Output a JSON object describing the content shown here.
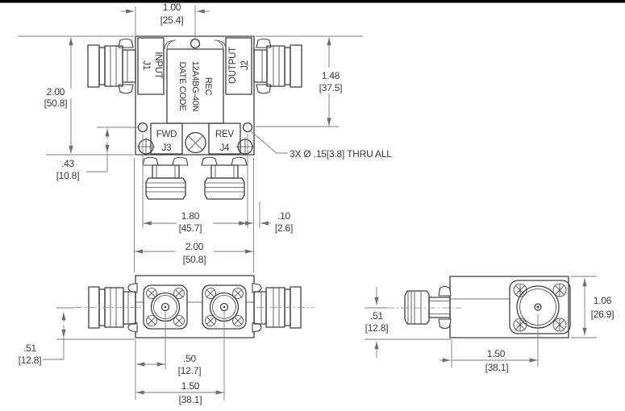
{
  "drawing": {
    "product_label": {
      "line1": "REC",
      "line2": "12A4BG-40N",
      "line3": "DATE CODE"
    },
    "ports": {
      "input": "INPUT",
      "input_ref": "J1",
      "output": "OUTPUT",
      "output_ref": "J2",
      "forward": "FWD",
      "forward_ref": "J3",
      "reverse": "REV",
      "reverse_ref": "J4"
    },
    "note_thru_holes": "3X Ø .15[3.8] THRU ALL",
    "dimensions": {
      "hole_from_left_edge": {
        "in": "1.00",
        "mm": "[25.4]"
      },
      "overall_height": {
        "in": "2.00",
        "mm": "[50.8]"
      },
      "port_row_offset": {
        "in": ".43",
        "mm": "[10.8]"
      },
      "top_to_hole_row": {
        "in": "1.48",
        "mm": "[37.5]"
      },
      "hole_spacing": {
        "in": "1.80",
        "mm": "[45.7]"
      },
      "hole_to_edge": {
        "in": ".10",
        "mm": "[2.6]"
      },
      "overall_width": {
        "in": "2.00",
        "mm": "[50.8]"
      },
      "front_centerline_height": {
        "in": ".51",
        "mm": "[12.8]"
      },
      "first_port_from_edge": {
        "in": ".50",
        "mm": "[12.7]"
      },
      "second_port_from_edge": {
        "in": "1.50",
        "mm": "[38.1]"
      },
      "side_centerline_height": {
        "in": ".51",
        "mm": "[12.8]"
      },
      "side_overall_height": {
        "in": "1.06",
        "mm": "[26.9]"
      },
      "side_flange_center": {
        "in": "1.50",
        "mm": "[38.1]"
      }
    },
    "colors": {
      "line": "#3f3f3f",
      "dim_line": "#7d7d7d",
      "text": "#3b3b3b",
      "background": "#ffffff",
      "top_border": "#000000"
    }
  }
}
